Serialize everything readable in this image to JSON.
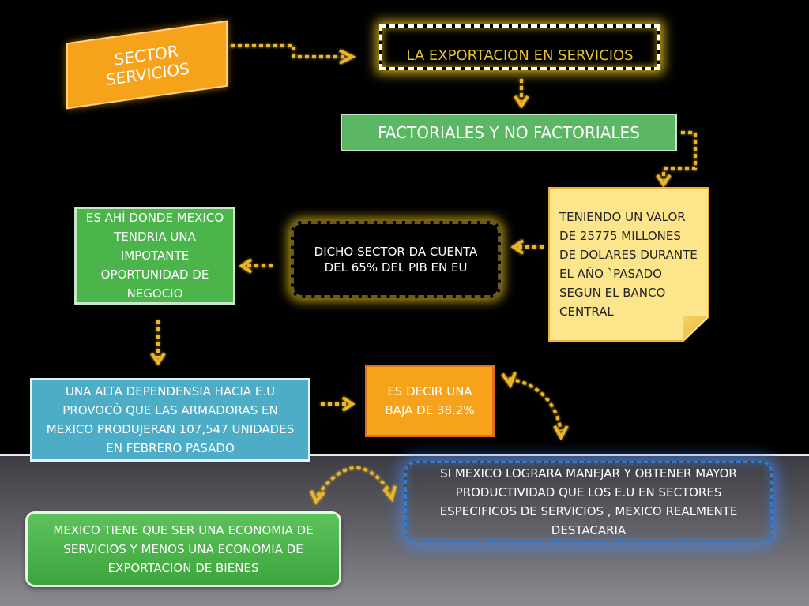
{
  "slide": {
    "sector_label": "SECTOR\nSERVICIOS",
    "title": "LA EXPORTACION EN SERVICIOS",
    "factoriales": "FACTORIALES Y NO FACTORIALES",
    "valor_note": "TENIENDO UN VALOR DE 25775 MILLONES DE DOLARES DURANTE EL AÑO `PASADO SEGUN EL BANCO CENTRAL",
    "pib_box": "DICHO SECTOR DA CUENTA  DEL 65% DEL PIB EN EU",
    "oportunidad": "ES AHÍ  DONDE MEXICO TENDRIA UNA IMPOTANTE OPORTUNIDAD DE NEGOCIO",
    "dependencia": "UNA ALTA DEPENDENSIA HACIA E.U PROVOCÒ QUE LAS ARMADORAS EN MEXICO PRODUJERAN 107,547 UNIDADES EN FEBRERO PASADO",
    "baja": "ES DECIR UNA BAJA DE 38.2%",
    "productividad": "SI MEXICO LOGRARA MANEJAR Y OBTENER MAYOR PRODUCTIVIDAD QUE LOS E.U EN SECTORES ESPECIFICOS DE SERVICIOS , MEXICO REALMENTE DESTACARIA",
    "economia": "MEXICO TIENE QUE SER UNA  ECONOMIA DE SERVICIOS Y MENOS UNA ECONOMIA DE EXPORTACION DE BIENES"
  },
  "colors": {
    "arrow": "#e9b62a",
    "accent_orange": "#f6a21a",
    "green": "#4bb54c",
    "blue": "#4dacc6"
  },
  "icons": [
    "dotted-arrow-icon"
  ]
}
